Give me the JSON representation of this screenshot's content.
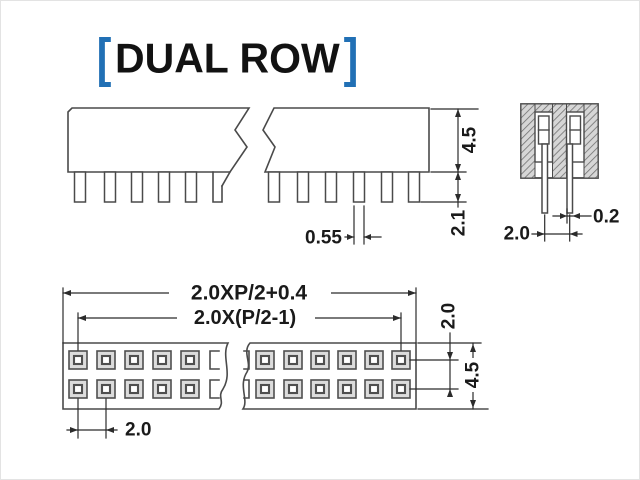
{
  "title": {
    "bracket_left": "[",
    "text": "DUAL ROW",
    "bracket_right": "]"
  },
  "colors": {
    "bracket_blue": "#2170b5",
    "drawing_line": "#4a4a4a",
    "dimension_text": "#1a1a1a",
    "hatch_fill": "#d6d6d6",
    "hole_ring_gray": "#dcdcdc"
  },
  "views": {
    "side": {
      "label": "side-view",
      "dims": {
        "insulator_height": "4.5",
        "pin_length": "2.1",
        "pin_width": "0.55"
      }
    },
    "end": {
      "label": "end-view",
      "dims": {
        "pin_pitch": "2.0",
        "pin_thickness": "0.2"
      }
    },
    "top": {
      "label": "top-view",
      "dims": {
        "overall_length_formula": "2.0XP/2+0.4",
        "pin_span_formula": "2.0X(P/2-1)",
        "pin_pitch": "2.0",
        "row_pitch": "2.0",
        "body_width": "4.5"
      }
    }
  }
}
